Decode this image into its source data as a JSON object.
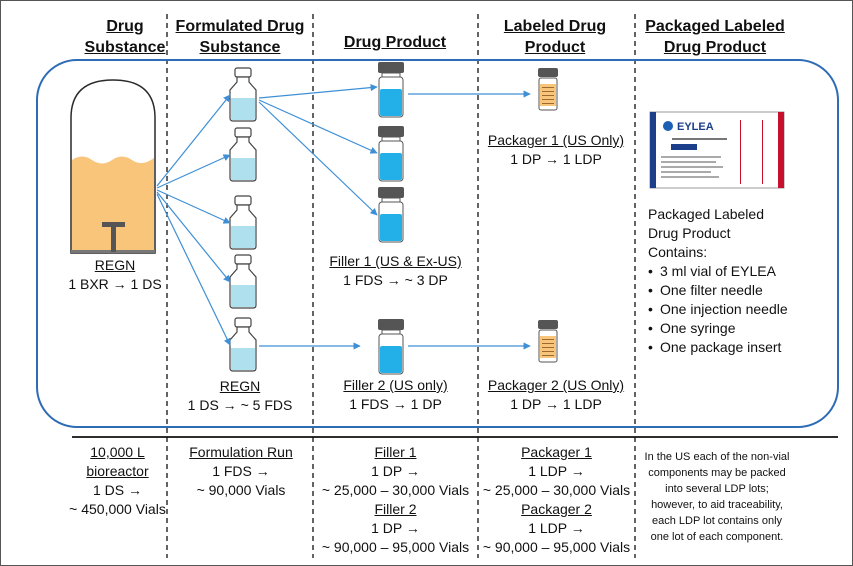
{
  "columns": [
    {
      "line1": "Drug",
      "line2": "Substance"
    },
    {
      "line1": "Formulated Drug",
      "line2": "Substance"
    },
    {
      "line1": "Drug Product",
      "line2": ""
    },
    {
      "line1": "Labeled Drug",
      "line2": "Product"
    },
    {
      "line1": "Packaged Labeled",
      "line2": "Drug Product"
    }
  ],
  "ds": {
    "name": "REGN",
    "ratio": "1 BXR → 1 DS"
  },
  "fds": {
    "name": "REGN",
    "ratio": "1 DS → ~ 5 FDS"
  },
  "filler1": {
    "name": "Filler 1 (US & Ex-US)",
    "ratio": "1 FDS → ~ 3 DP"
  },
  "filler2": {
    "name": "Filler 2 (US only)",
    "ratio": "1 FDS → 1 DP"
  },
  "packager1": {
    "name": "Packager 1 (US Only)",
    "ratio": "1 DP → 1 LDP"
  },
  "packager2": {
    "name": "Packager 2 (US Only)",
    "ratio": "1 DP → 1 LDP"
  },
  "package": {
    "brand": "EYLEA",
    "contents_title": [
      "Packaged Labeled",
      "Drug Product",
      "Contains:"
    ],
    "items": [
      "3 ml vial of EYLEA",
      "One filter needle",
      "One injection needle",
      "One syringe",
      "One package insert"
    ]
  },
  "footer": {
    "col1": {
      "title1": "10,000 L",
      "title2": "bioreactor",
      "line1": "1 DS →",
      "line2": "~ 450,000 Vials"
    },
    "col2": {
      "title": "Formulation Run",
      "line1": "1 FDS →",
      "line2": "~ 90,000 Vials"
    },
    "col3": {
      "title1": "Filler 1",
      "line1": "1 DP →",
      "line2": "~ 25,000 – 30,000 Vials",
      "title2": "Filler 2",
      "line3": "1 DP →",
      "line4": "~ 90,000 – 95,000 Vials"
    },
    "col4": {
      "title1": "Packager 1",
      "line1": "1 LDP →",
      "line2": "~ 25,000 – 30,000 Vials",
      "title2": "Packager 2",
      "line3": "1 LDP →",
      "line4": "~ 90,000 – 95,000 Vials"
    },
    "col5": {
      "note": "In the US each of the non-vial components may be packed into several LDP lots; however, to aid traceability, each LDP lot contains only one lot of each component."
    }
  },
  "colors": {
    "outline": "#2e6cb5",
    "arrow": "#3f8fd6",
    "liquid": "#aee0ee",
    "dp_liquid": "#23b0e8",
    "ds_liquid": "#f8c57a",
    "cap": "#555555"
  }
}
